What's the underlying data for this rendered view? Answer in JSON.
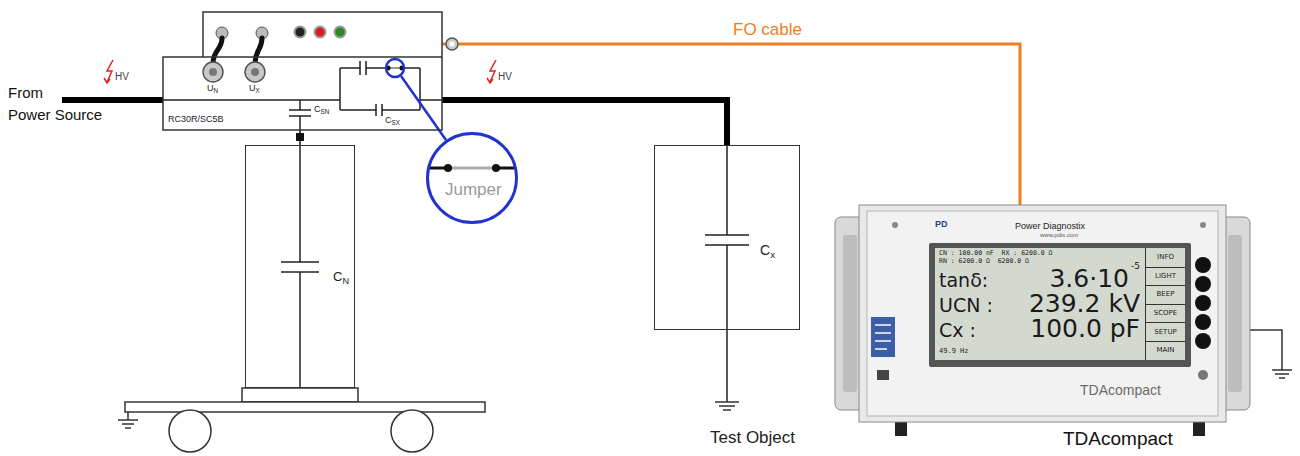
{
  "diagram": {
    "nodes": [
      {
        "text": [
          "RC30R/SC5B",
          "UN",
          "UX",
          "CSN",
          "CSX"
        ]
      },
      {
        "text": [
          "CN"
        ]
      },
      {
        "text": [
          "Jumper"
        ]
      },
      {
        "text": [
          "Cx",
          "Test Object"
        ]
      },
      {
        "text": [
          "PD",
          "Power Diagnostix",
          "www.pdix.com",
          "TDAcompact",
          "TDAcompact"
        ]
      },
      {
        "text": [
          "CN : 100.00 nF  RX : 6200.0 Ω",
          "RN : 6200.0 Ω  6200.0 Ω",
          "tanδ:",
          "3.6·10",
          "-5",
          "UCN :",
          "239.2 kV",
          "Cx :",
          "100.0 pF",
          "49.9 Hz"
        ],
        "in": 4
      },
      {
        "text": [
          "INFO"
        ],
        "in": 5
      },
      {
        "text": [
          "LIGHT"
        ],
        "in": 5
      },
      {
        "text": [
          "BEEP"
        ],
        "in": 5
      },
      {
        "text": [
          "SCOPE"
        ],
        "in": 5
      },
      {
        "text": [
          "SETUP"
        ],
        "in": 5
      },
      {
        "text": [
          "MAIN"
        ],
        "in": 5
      }
    ],
    "edges": [
      {
        "from": 0,
        "to": 3,
        "arrow": "none"
      },
      {
        "from": 0,
        "to": 4,
        "arrow": "none",
        "label": "FO cable"
      },
      {
        "from": 0,
        "to": 1,
        "arrow": "none"
      }
    ],
    "labels": [
      "From",
      "Power Source",
      "HV",
      "HV"
    ]
  }
}
